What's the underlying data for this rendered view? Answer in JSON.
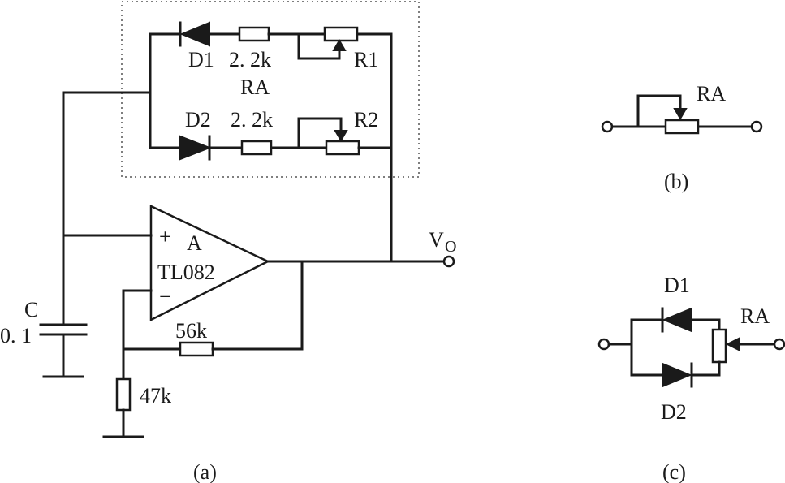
{
  "labels": {
    "d1": "D1",
    "d2": "D2",
    "r_d1": "2. 2k",
    "r_d2": "2. 2k",
    "r1": "R1",
    "r2": "R2",
    "ra_box": "RA",
    "opamp_name": "A",
    "opamp_part": "TL082",
    "opamp_plus": "+",
    "opamp_minus": "−",
    "vo": "V",
    "vo_sub": "O",
    "cap_name": "C",
    "cap_value": "0. 1",
    "r_feedback": "56k",
    "r_ground": "47k",
    "caption_a": "(a)",
    "caption_b": "(b)",
    "caption_c": "(c)",
    "ra_b": "RA",
    "ra_c": "RA",
    "d1_c": "D1",
    "d2_c": "D2"
  }
}
